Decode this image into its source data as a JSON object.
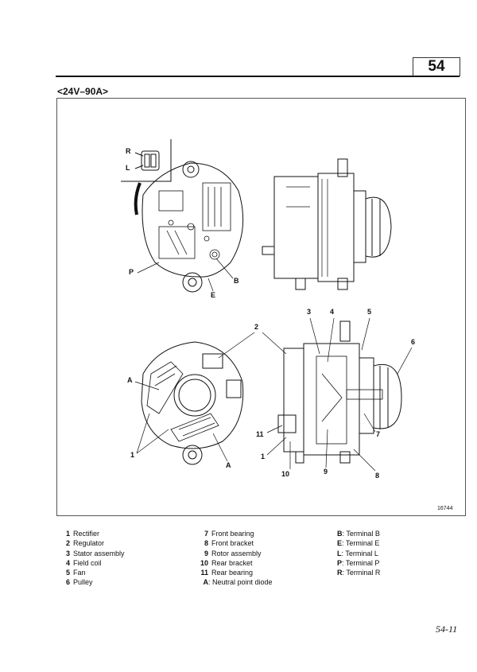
{
  "header": {
    "section_number": "54",
    "subtitle": "<24V–90A>"
  },
  "figure": {
    "id": "16744",
    "labels": {
      "R": "R",
      "L": "L",
      "P": "P",
      "B": "B",
      "E": "E",
      "n2": "2",
      "n3": "3",
      "n4": "4",
      "n5": "5",
      "n6": "6",
      "A1": "A",
      "A2": "A",
      "n1a": "1",
      "n1b": "1",
      "n11": "11",
      "n7": "7",
      "n10": "10",
      "n9": "9",
      "n8": "8"
    }
  },
  "legend": {
    "col1": [
      {
        "key": "1",
        "text": "Rectifier"
      },
      {
        "key": "2",
        "text": "Regulator"
      },
      {
        "key": "3",
        "text": "Stator assembly"
      },
      {
        "key": "4",
        "text": "Field coil"
      },
      {
        "key": "5",
        "text": "Fan"
      },
      {
        "key": "6",
        "text": "Pulley"
      }
    ],
    "col2": [
      {
        "key": "7",
        "text": "Front bearing"
      },
      {
        "key": "8",
        "text": "Front bracket"
      },
      {
        "key": "9",
        "text": "Rotor assembly"
      },
      {
        "key": "10",
        "text": "Rear bracket"
      },
      {
        "key": "11",
        "text": "Rear bearing"
      },
      {
        "key": "A",
        "text": ": Neutral point diode"
      }
    ],
    "col3": [
      {
        "key": "B",
        "text": ": Terminal B"
      },
      {
        "key": "E",
        "text": ": Terminal E"
      },
      {
        "key": "L",
        "text": ": Terminal L"
      },
      {
        "key": "P",
        "text": ": Terminal P"
      },
      {
        "key": "R",
        "text": ": Terminal R"
      }
    ]
  },
  "footer": {
    "page": "54-11"
  }
}
